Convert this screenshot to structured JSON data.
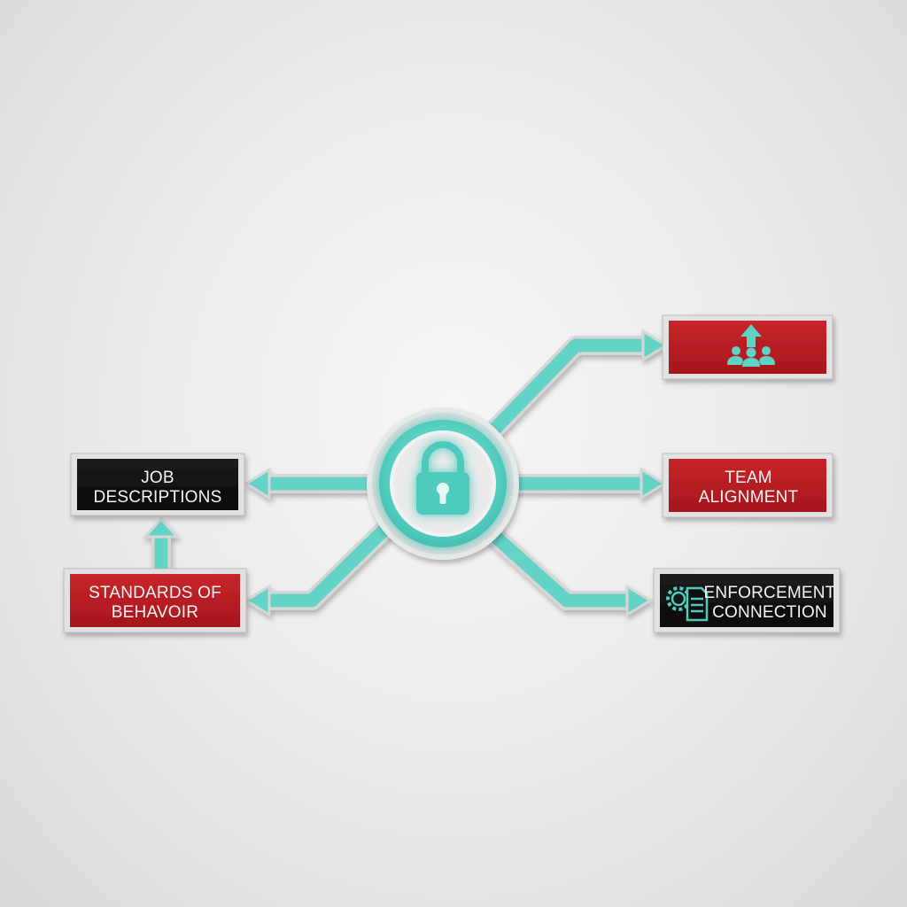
{
  "diagram": {
    "center": {
      "icon": "lock-icon"
    },
    "boxes": {
      "job_descriptions": {
        "line1": "JOB",
        "line2": "DESCRIPTIONS"
      },
      "standards_of_behavior": {
        "line1": "STANDARDS OF",
        "line2": "BEHAVOIR"
      },
      "top_right": {
        "icon": "team-growth-icon"
      },
      "team_alignment": {
        "line1": "TEAM",
        "line2": "ALIGNMENT"
      },
      "enforcement_connection": {
        "line1": "ENFORCEMENT",
        "line2": "CONNECTION",
        "icon": "gear-document-icon"
      }
    },
    "colors": {
      "teal": "#5fd4c6",
      "teal_dark": "#3bb3a6",
      "red": "#b81c22",
      "black": "#111111",
      "frame": "#e4e4e4"
    }
  }
}
